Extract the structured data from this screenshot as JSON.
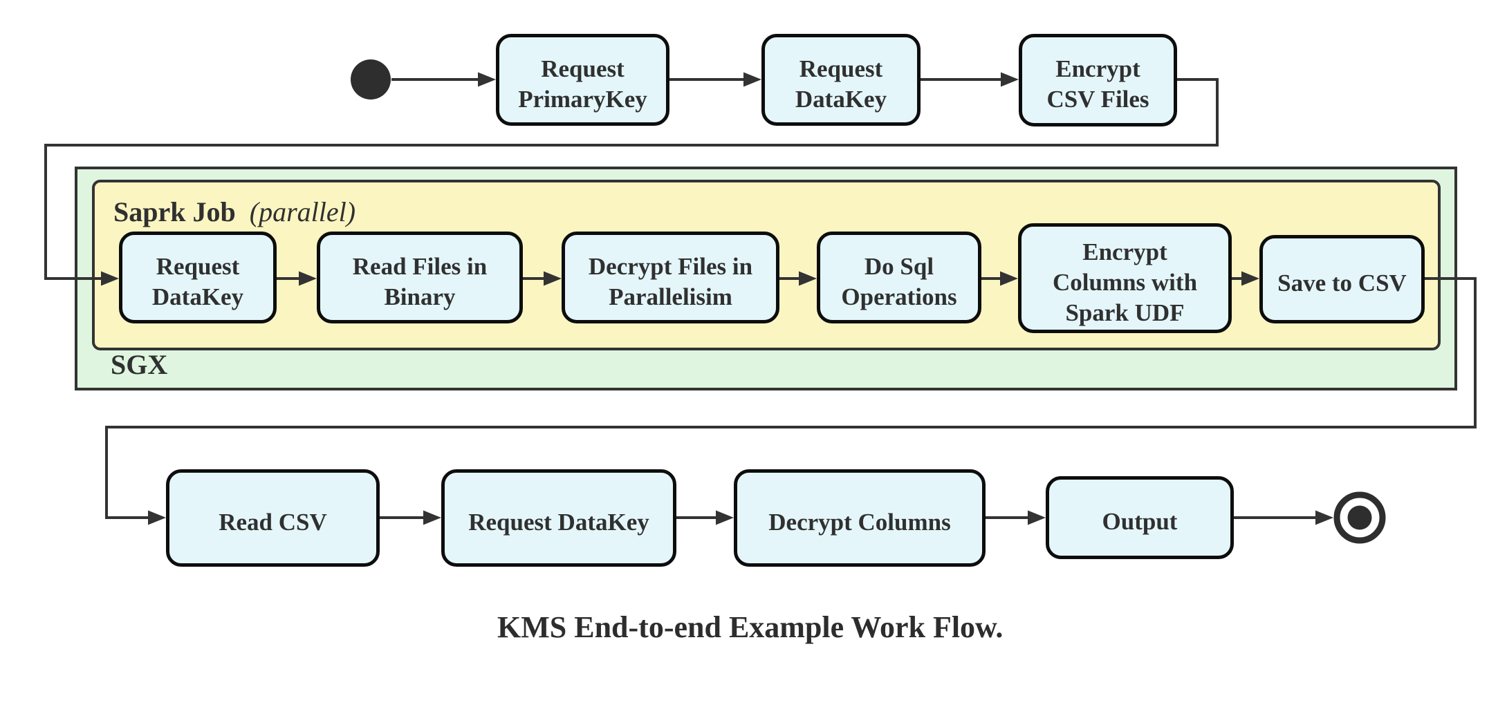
{
  "diagram": {
    "caption": "KMS End-to-end Example Work Flow.",
    "background": "#ffffff",
    "colors": {
      "node_fill": "#e4f6fa",
      "node_border": "#0d0d0d",
      "sgx_fill": "#dff5e0",
      "spark_fill": "#fbf5c2",
      "container_border": "#333333",
      "line": "#333333",
      "text": "#303030"
    },
    "terminals": {
      "start": "start-state",
      "end": "end-state"
    },
    "containers": {
      "sgx": {
        "label": "SGX"
      },
      "spark_job": {
        "label_bold": "Saprk Job",
        "label_italic": "(parallel)"
      }
    },
    "nodes": [
      {
        "id": "request-primarykey",
        "lines": [
          "Request",
          "PrimaryKey"
        ]
      },
      {
        "id": "request-datakey-top",
        "lines": [
          "Request",
          "DataKey"
        ]
      },
      {
        "id": "encrypt-csv-files",
        "lines": [
          "Encrypt",
          "CSV Files"
        ]
      },
      {
        "id": "request-datakey-mid",
        "lines": [
          "Request",
          "DataKey"
        ]
      },
      {
        "id": "read-files-in-binary",
        "lines": [
          "Read Files in",
          "Binary"
        ]
      },
      {
        "id": "decrypt-files-in-parallelisim",
        "lines": [
          "Decrypt Files in",
          "Parallelisim"
        ]
      },
      {
        "id": "do-sql-operations",
        "lines": [
          "Do Sql",
          "Operations"
        ]
      },
      {
        "id": "encrypt-columns-with-spark-udf",
        "lines": [
          "Encrypt",
          "Columns with",
          "Spark UDF"
        ]
      },
      {
        "id": "save-to-csv",
        "lines": [
          "Save to CSV"
        ]
      },
      {
        "id": "read-csv",
        "lines": [
          "Read CSV"
        ]
      },
      {
        "id": "request-datakey-bottom",
        "lines": [
          "Request DataKey"
        ]
      },
      {
        "id": "decrypt-columns",
        "lines": [
          "Decrypt Columns"
        ]
      },
      {
        "id": "output",
        "lines": [
          "Output"
        ]
      }
    ]
  }
}
